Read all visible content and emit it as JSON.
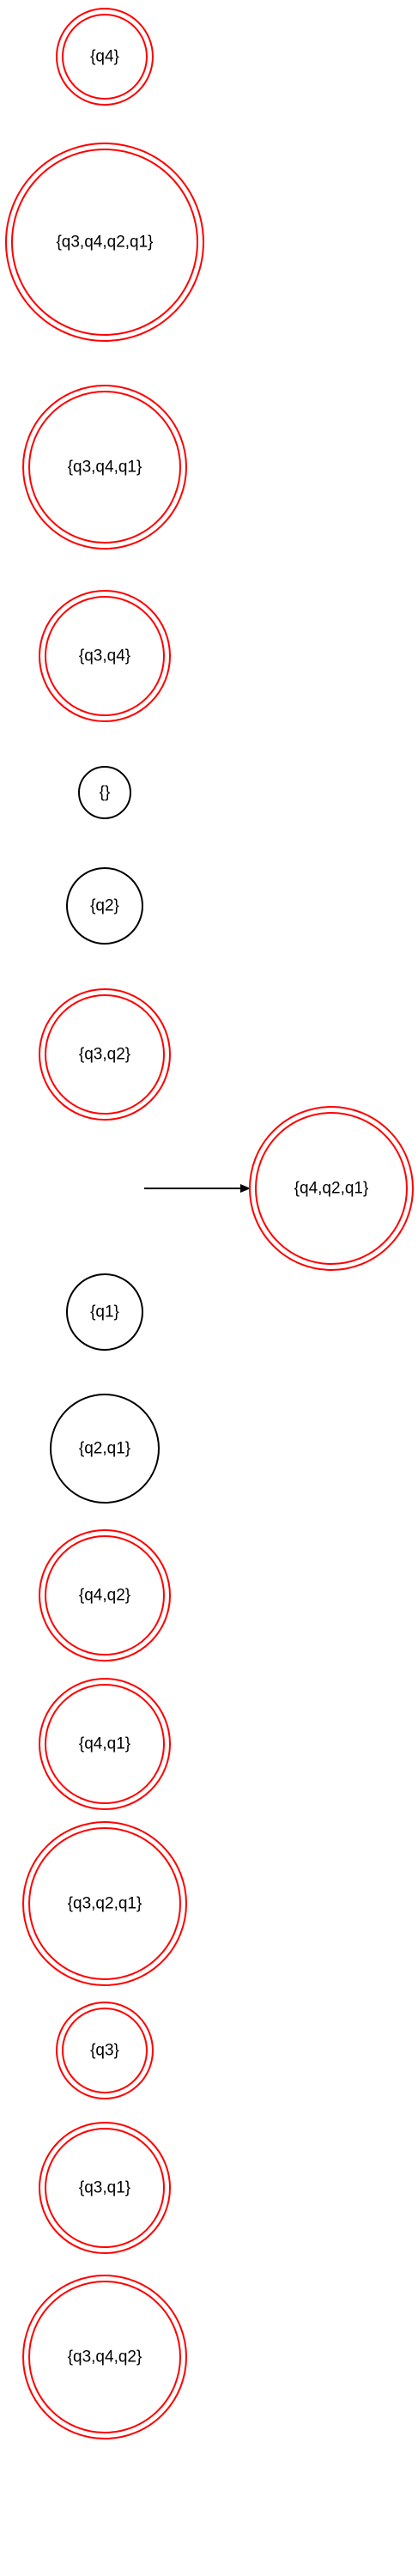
{
  "diagram": {
    "colors": {
      "accepting_stroke": "#ff0000",
      "normal_stroke": "#000000",
      "text": "#000000",
      "edge": "#000000",
      "background": "#ffffff"
    },
    "states": [
      {
        "id": "s-q4",
        "label": "{q4}",
        "accepting": true,
        "initial": false
      },
      {
        "id": "s-q3-q4-q2-q1",
        "label": "{q3,q4,q2,q1}",
        "accepting": true,
        "initial": false
      },
      {
        "id": "s-q3-q4-q1",
        "label": "{q3,q4,q1}",
        "accepting": true,
        "initial": false
      },
      {
        "id": "s-q3-q4",
        "label": "{q3,q4}",
        "accepting": true,
        "initial": false
      },
      {
        "id": "s-empty",
        "label": "{}",
        "accepting": false,
        "initial": false
      },
      {
        "id": "s-q2",
        "label": "{q2}",
        "accepting": false,
        "initial": false
      },
      {
        "id": "s-q3-q2",
        "label": "{q3,q2}",
        "accepting": true,
        "initial": false
      },
      {
        "id": "s-q4-q2-q1",
        "label": "{q4,q2,q1}",
        "accepting": true,
        "initial": true
      },
      {
        "id": "s-q1",
        "label": "{q1}",
        "accepting": false,
        "initial": false
      },
      {
        "id": "s-q2-q1",
        "label": "{q2,q1}",
        "accepting": false,
        "initial": false
      },
      {
        "id": "s-q4-q2",
        "label": "{q4,q2}",
        "accepting": true,
        "initial": false
      },
      {
        "id": "s-q4-q1",
        "label": "{q4,q1}",
        "accepting": true,
        "initial": false
      },
      {
        "id": "s-q3-q2-q1",
        "label": "{q3,q2,q1}",
        "accepting": true,
        "initial": false
      },
      {
        "id": "s-q3",
        "label": "{q3}",
        "accepting": true,
        "initial": false
      },
      {
        "id": "s-q3-q1",
        "label": "{q3,q1}",
        "accepting": true,
        "initial": false
      },
      {
        "id": "s-q3-q4-q2",
        "label": "{q3,q4,q2}",
        "accepting": true,
        "initial": false
      }
    ]
  }
}
